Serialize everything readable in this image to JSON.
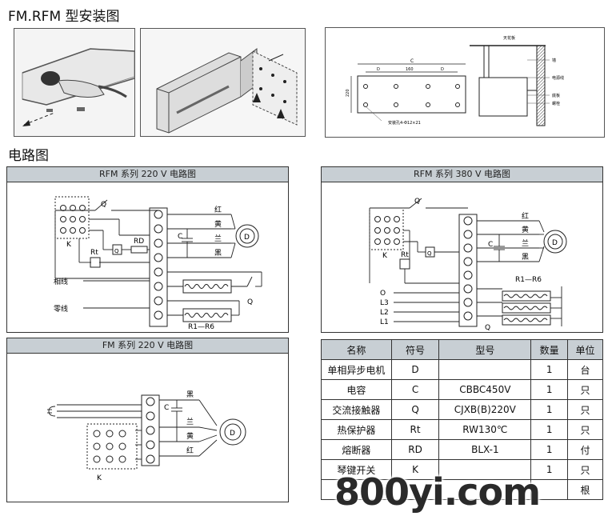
{
  "install_title": "FM.RFM 型安装图",
  "circuit_title": "电路图",
  "install_diagram": {
    "ceiling": "天花板",
    "wall": "墙",
    "power_cable": "电源线",
    "mount": "底板",
    "bolt": "螺栓",
    "dim_c": "C",
    "dim_d1": "D",
    "dim_160": "160",
    "dim_d2": "D",
    "dim_220": "220",
    "hole_note": "安装孔4-Φ12×21"
  },
  "panel_rfm220": {
    "title": "RFM 系列 220 V 电路图",
    "labels": {
      "q": "Q",
      "k": "K",
      "rd": "RD",
      "q2": "Q",
      "c": "C",
      "rt": "Rt",
      "d": "D",
      "red": "红",
      "yellow": "黄",
      "blue": "兰",
      "black": "黑",
      "phase": "相线",
      "neutral": "零线",
      "q3": "Q",
      "r": "R1—R6"
    }
  },
  "panel_rfm380": {
    "title": "RFM 系列 380 V 电路图",
    "labels": {
      "q": "Q",
      "k": "K",
      "q2": "Q",
      "c": "C",
      "rt": "Rt",
      "d": "D",
      "red": "红",
      "yellow": "黄",
      "blue": "兰",
      "black": "黑",
      "o": "O",
      "l3": "L3",
      "l2": "L2",
      "l1": "L1",
      "r": "R1—R6",
      "q3": "Q"
    }
  },
  "panel_fm220": {
    "title": "FM 系列 220 V 电路图",
    "labels": {
      "c": "C",
      "d": "D",
      "k": "K",
      "black": "黑",
      "blue": "兰",
      "yellow": "黄",
      "red": "红"
    }
  },
  "parts_table": {
    "headers": [
      "名称",
      "符号",
      "型号",
      "数量",
      "单位"
    ],
    "rows": [
      [
        "单相异步电机",
        "D",
        "",
        "1",
        "台"
      ],
      [
        "电容",
        "C",
        "CBBC450V",
        "1",
        "只"
      ],
      [
        "交流接触器",
        "Q",
        "CJXB(B)220V",
        "1",
        "只"
      ],
      [
        "热保护器",
        "Rt",
        "RW130℃",
        "1",
        "只"
      ],
      [
        "熔断器",
        "RD",
        "BLX-1",
        "1",
        "付"
      ],
      [
        "琴键开关",
        "K",
        "",
        "1",
        "只"
      ],
      [
        "",
        "",
        "",
        "",
        "根"
      ]
    ]
  },
  "watermark": "800yi.com"
}
